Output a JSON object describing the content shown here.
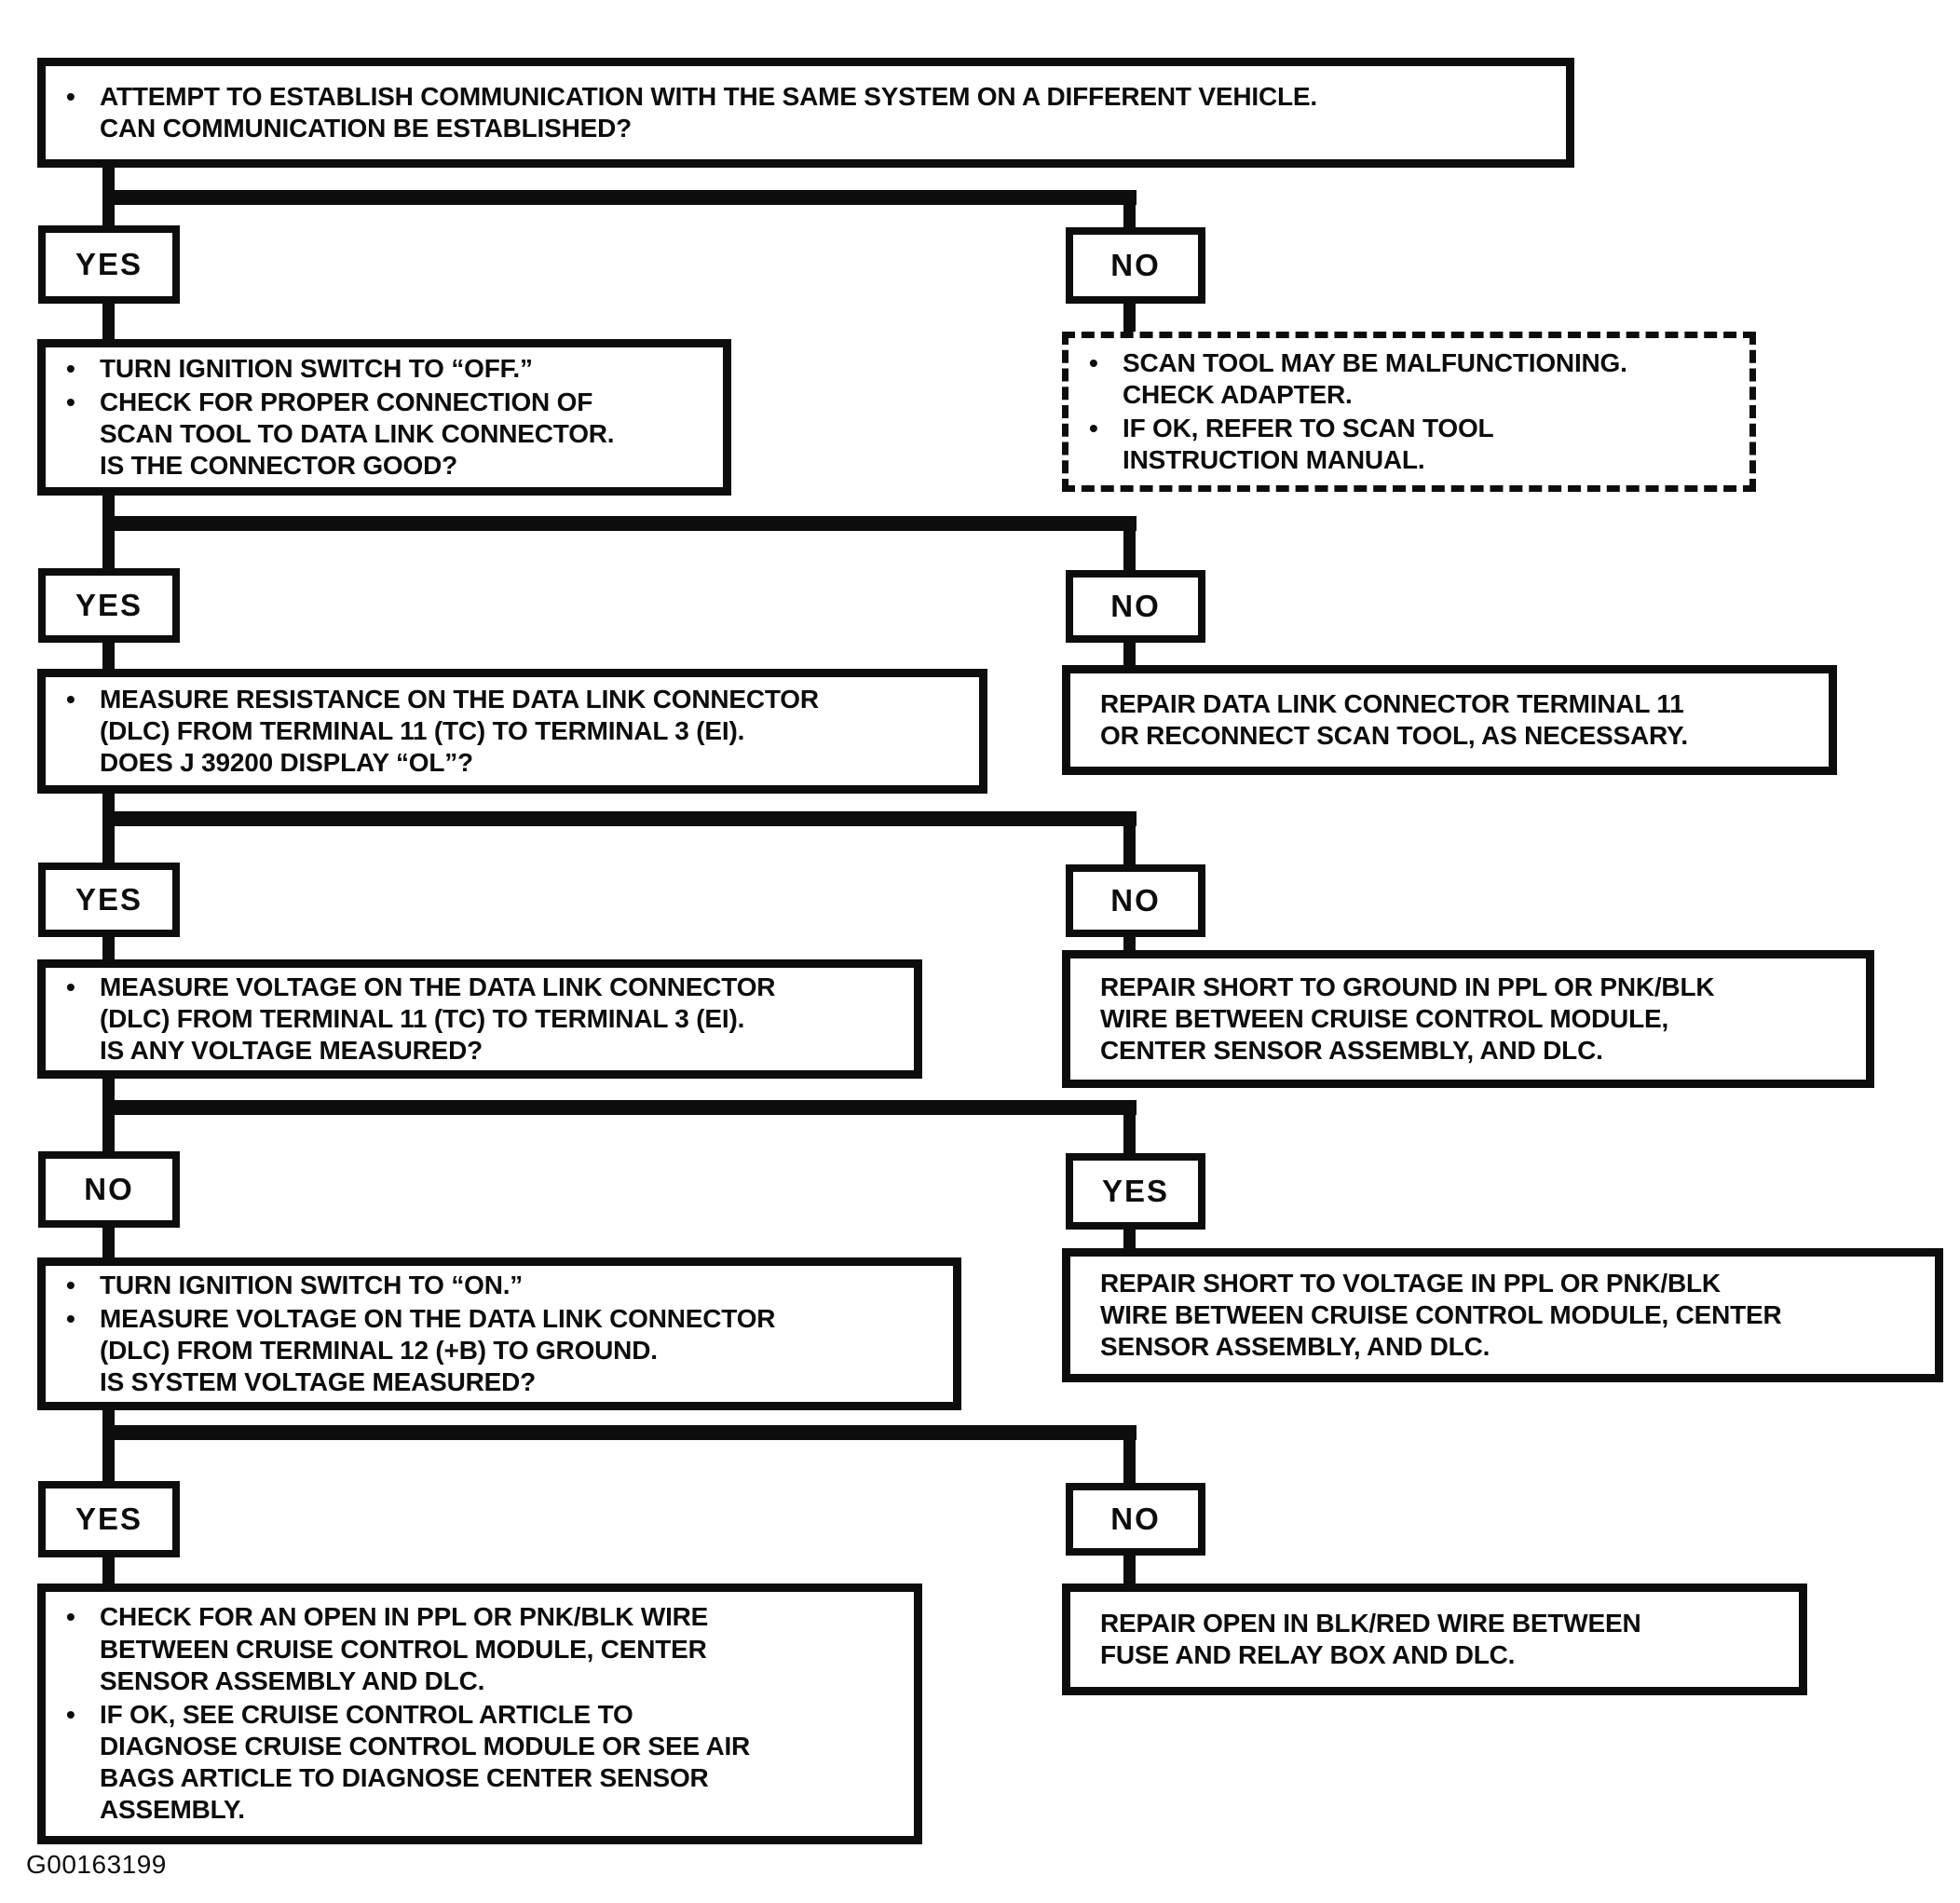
{
  "page": {
    "background": "#ffffff",
    "ink": "#0d0d0d",
    "figure_id": "G00163199"
  },
  "root_box": {
    "items": [
      {
        "bullet": true,
        "text": "ATTEMPT TO ESTABLISH COMMUNICATION WITH THE SAME SYSTEM ON A DIFFERENT VEHICLE.\nCAN COMMUNICATION BE ESTABLISHED?"
      }
    ]
  },
  "rows": [
    {
      "left_label": "YES",
      "right_label": "NO",
      "left_box": {
        "dashed": false,
        "items": [
          {
            "bullet": true,
            "text": "TURN IGNITION SWITCH TO “OFF.”"
          },
          {
            "bullet": true,
            "text": "CHECK FOR PROPER CONNECTION OF\nSCAN TOOL TO DATA LINK CONNECTOR.\nIS THE CONNECTOR GOOD?"
          }
        ]
      },
      "right_box": {
        "dashed": true,
        "items": [
          {
            "bullet": true,
            "text": "SCAN TOOL MAY BE MALFUNCTIONING.\nCHECK ADAPTER."
          },
          {
            "bullet": true,
            "text": "IF OK, REFER TO SCAN TOOL\nINSTRUCTION MANUAL."
          }
        ]
      }
    },
    {
      "left_label": "YES",
      "right_label": "NO",
      "left_box": {
        "dashed": false,
        "items": [
          {
            "bullet": true,
            "text": "MEASURE RESISTANCE ON THE DATA LINK CONNECTOR\n(DLC) FROM TERMINAL 11 (TC) TO TERMINAL 3 (EI).\nDOES J 39200 DISPLAY “OL”?"
          }
        ]
      },
      "right_box": {
        "dashed": false,
        "items": [
          {
            "bullet": false,
            "text": "REPAIR DATA LINK CONNECTOR TERMINAL 11\nOR RECONNECT SCAN TOOL, AS NECESSARY."
          }
        ]
      }
    },
    {
      "left_label": "YES",
      "right_label": "NO",
      "left_box": {
        "dashed": false,
        "items": [
          {
            "bullet": true,
            "text": "MEASURE VOLTAGE ON THE DATA LINK CONNECTOR\n(DLC) FROM TERMINAL 11 (TC) TO TERMINAL 3 (EI).\nIS ANY VOLTAGE MEASURED?"
          }
        ]
      },
      "right_box": {
        "dashed": false,
        "items": [
          {
            "bullet": false,
            "text": "REPAIR SHORT TO GROUND IN PPL OR PNK/BLK\nWIRE BETWEEN CRUISE CONTROL MODULE,\nCENTER SENSOR ASSEMBLY, AND DLC."
          }
        ]
      }
    },
    {
      "left_label": "NO",
      "right_label": "YES",
      "left_box": {
        "dashed": false,
        "items": [
          {
            "bullet": true,
            "text": "TURN IGNITION SWITCH TO “ON.”"
          },
          {
            "bullet": true,
            "text": "MEASURE VOLTAGE ON THE DATA LINK CONNECTOR\n(DLC) FROM TERMINAL 12 (+B) TO GROUND.\nIS SYSTEM VOLTAGE MEASURED?"
          }
        ]
      },
      "right_box": {
        "dashed": false,
        "items": [
          {
            "bullet": false,
            "text": "REPAIR SHORT TO VOLTAGE IN PPL OR PNK/BLK\nWIRE BETWEEN CRUISE CONTROL MODULE, CENTER\nSENSOR ASSEMBLY, AND DLC."
          }
        ]
      }
    },
    {
      "left_label": "YES",
      "right_label": "NO",
      "left_box": {
        "dashed": false,
        "items": [
          {
            "bullet": true,
            "text": "CHECK FOR AN OPEN IN PPL OR PNK/BLK WIRE\nBETWEEN CRUISE CONTROL MODULE, CENTER\nSENSOR ASSEMBLY AND DLC."
          },
          {
            "bullet": true,
            "text": "IF OK, SEE CRUISE CONTROL ARTICLE TO\nDIAGNOSE CRUISE CONTROL MODULE OR SEE AIR\nBAGS ARTICLE TO DIAGNOSE CENTER SENSOR\nASSEMBLY."
          }
        ]
      },
      "right_box": {
        "dashed": false,
        "items": [
          {
            "bullet": false,
            "text": "REPAIR OPEN IN BLK/RED WIRE BETWEEN\nFUSE AND RELAY BOX AND DLC."
          }
        ]
      }
    }
  ]
}
